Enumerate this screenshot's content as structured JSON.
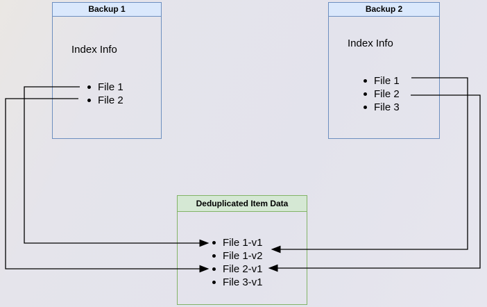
{
  "colors": {
    "background_left": "#eae7e3",
    "background_right": "#e3e3ec",
    "blue_fill": "#dae8fc",
    "blue_border": "#6c8ebf",
    "green_fill": "#d5e8d4",
    "green_border": "#82b366",
    "connector": "#000000",
    "text": "#000000"
  },
  "backup1": {
    "title": "Backup 1",
    "section_label": "Index Info",
    "items": [
      "File 1",
      "File 2"
    ]
  },
  "backup2": {
    "title": "Backup 2",
    "section_label": "Index Info",
    "items": [
      "File 1",
      "File 2",
      "File 3"
    ]
  },
  "dedup": {
    "title": "Deduplicated Item Data",
    "items": [
      "File 1-v1",
      "File 1-v2",
      "File 2-v1",
      "File 3-v1"
    ]
  },
  "connections": [
    {
      "from": "Backup 1 / File 1",
      "to": "File 1-v1",
      "route": "left"
    },
    {
      "from": "Backup 1 / File 2",
      "to": "File 2-v1",
      "route": "left"
    },
    {
      "from": "Backup 2 / File 1",
      "to": "File 1-v2",
      "route": "right"
    },
    {
      "from": "Backup 2 / File 2",
      "to": "File 2-v1",
      "route": "right"
    }
  ]
}
